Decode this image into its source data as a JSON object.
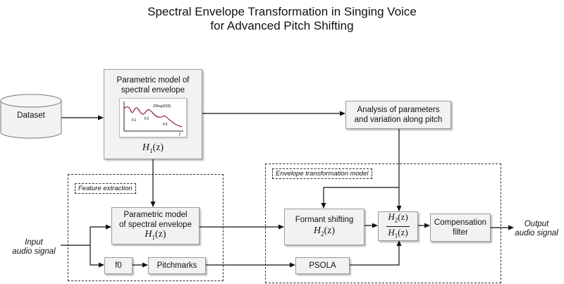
{
  "title": {
    "line1": "Spectral Envelope Transformation in Singing Voice",
    "line2": "for Advanced Pitch Shifting"
  },
  "nodes": {
    "dataset": "Dataset",
    "model_top": {
      "line1": "Parametric model of",
      "line2": "spectral envelope",
      "formula_sym": "H",
      "formula_sub": "1",
      "formula_arg": "(z)"
    },
    "plot": {
      "annotation": "20log|X(f)|",
      "f1": "F1",
      "f2": "F2",
      "f3": "F3",
      "axis": "f"
    },
    "analysis": {
      "line1": "Analysis of parameters",
      "line2": "and variation along pitch"
    },
    "model_bottom": {
      "line1": "Parametric model",
      "line2": "of spectral envelope",
      "formula_sym": "H",
      "formula_sub": "1",
      "formula_arg": "(z)"
    },
    "f0": "f0",
    "pitchmarks": "Pitchmarks",
    "formant": {
      "line1": "Formant shifting",
      "formula_sym": "H",
      "formula_sub": "2",
      "formula_arg": "(z)"
    },
    "ratio": {
      "num_sym": "H",
      "num_sub": "2",
      "num_arg": "(z)",
      "den_sym": "H",
      "den_sub": "1",
      "den_arg": "(z)"
    },
    "compensation": {
      "line1": "Compensation",
      "line2": "filter"
    },
    "psola": "PSOLA"
  },
  "regions": {
    "feature_extraction": "Feature extraction",
    "envelope_transformation": "Envelope transformation model"
  },
  "io": {
    "input": {
      "line1": "Input",
      "line2": "audio signal"
    },
    "output": {
      "line1": "Output",
      "line2": "audio signal"
    }
  }
}
